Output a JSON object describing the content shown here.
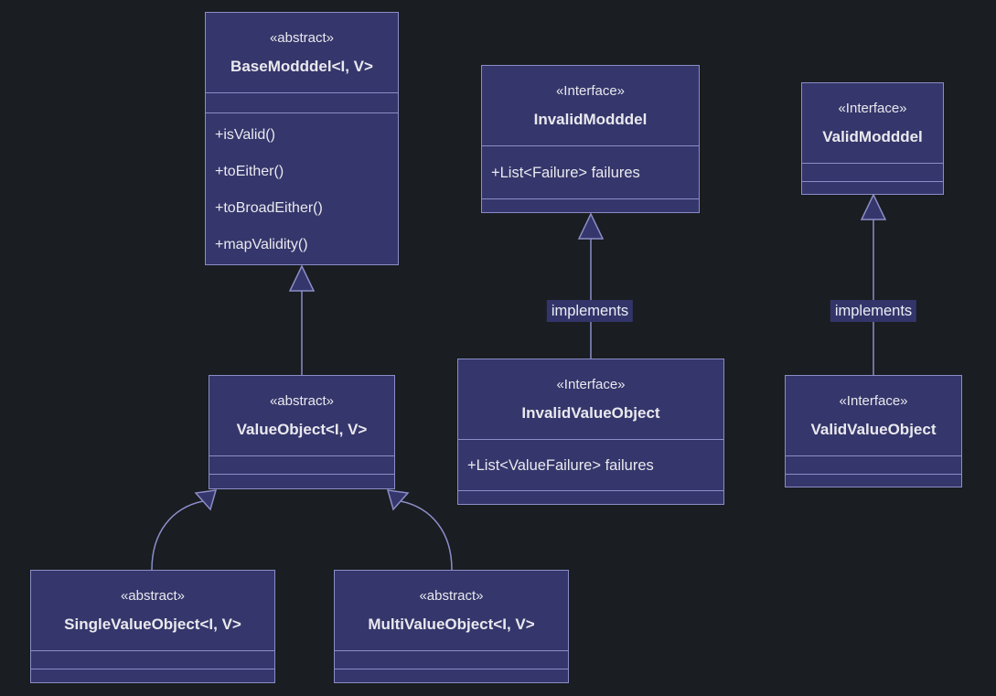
{
  "diagram": {
    "type": "uml-class-diagram",
    "theme": {
      "background": "#1a1d21",
      "node_fill": "#35366b",
      "node_stroke": "#8b8dc7",
      "text_color": "#e9e9ef",
      "edge_color": "#8b8dc7",
      "label_background": "#33356a"
    },
    "classes": [
      {
        "stereotype": "«abstract»",
        "name": "BaseModddel<I, V>",
        "attributes": [],
        "methods": [
          "+isValid()",
          "+toEither()",
          "+toBroadEither()",
          "+mapValidity()"
        ]
      },
      {
        "stereotype": "«Interface»",
        "name": "InvalidModddel",
        "attributes": [
          "+List<Failure> failures"
        ],
        "methods": []
      },
      {
        "stereotype": "«Interface»",
        "name": "ValidModddel",
        "attributes": [],
        "methods": []
      },
      {
        "stereotype": "«abstract»",
        "name": "ValueObject<I, V>",
        "attributes": [],
        "methods": []
      },
      {
        "stereotype": "«Interface»",
        "name": "InvalidValueObject",
        "attributes": [
          "+List<ValueFailure> failures"
        ],
        "methods": []
      },
      {
        "stereotype": "«Interface»",
        "name": "ValidValueObject",
        "attributes": [],
        "methods": []
      },
      {
        "stereotype": "«abstract»",
        "name": "SingleValueObject<I, V>",
        "attributes": [],
        "methods": []
      },
      {
        "stereotype": "«abstract»",
        "name": "MultiValueObject<I, V>",
        "attributes": [],
        "methods": []
      }
    ],
    "edges": [
      {
        "from": "ValueObject<I, V>",
        "to": "BaseModddel<I, V>",
        "type": "inheritance",
        "label": ""
      },
      {
        "from": "InvalidValueObject",
        "to": "InvalidModddel",
        "type": "inheritance",
        "label": "implements"
      },
      {
        "from": "ValidValueObject",
        "to": "ValidModddel",
        "type": "inheritance",
        "label": "implements"
      },
      {
        "from": "SingleValueObject<I, V>",
        "to": "ValueObject<I, V>",
        "type": "inheritance",
        "label": ""
      },
      {
        "from": "MultiValueObject<I, V>",
        "to": "ValueObject<I, V>",
        "type": "inheritance",
        "label": ""
      }
    ]
  }
}
